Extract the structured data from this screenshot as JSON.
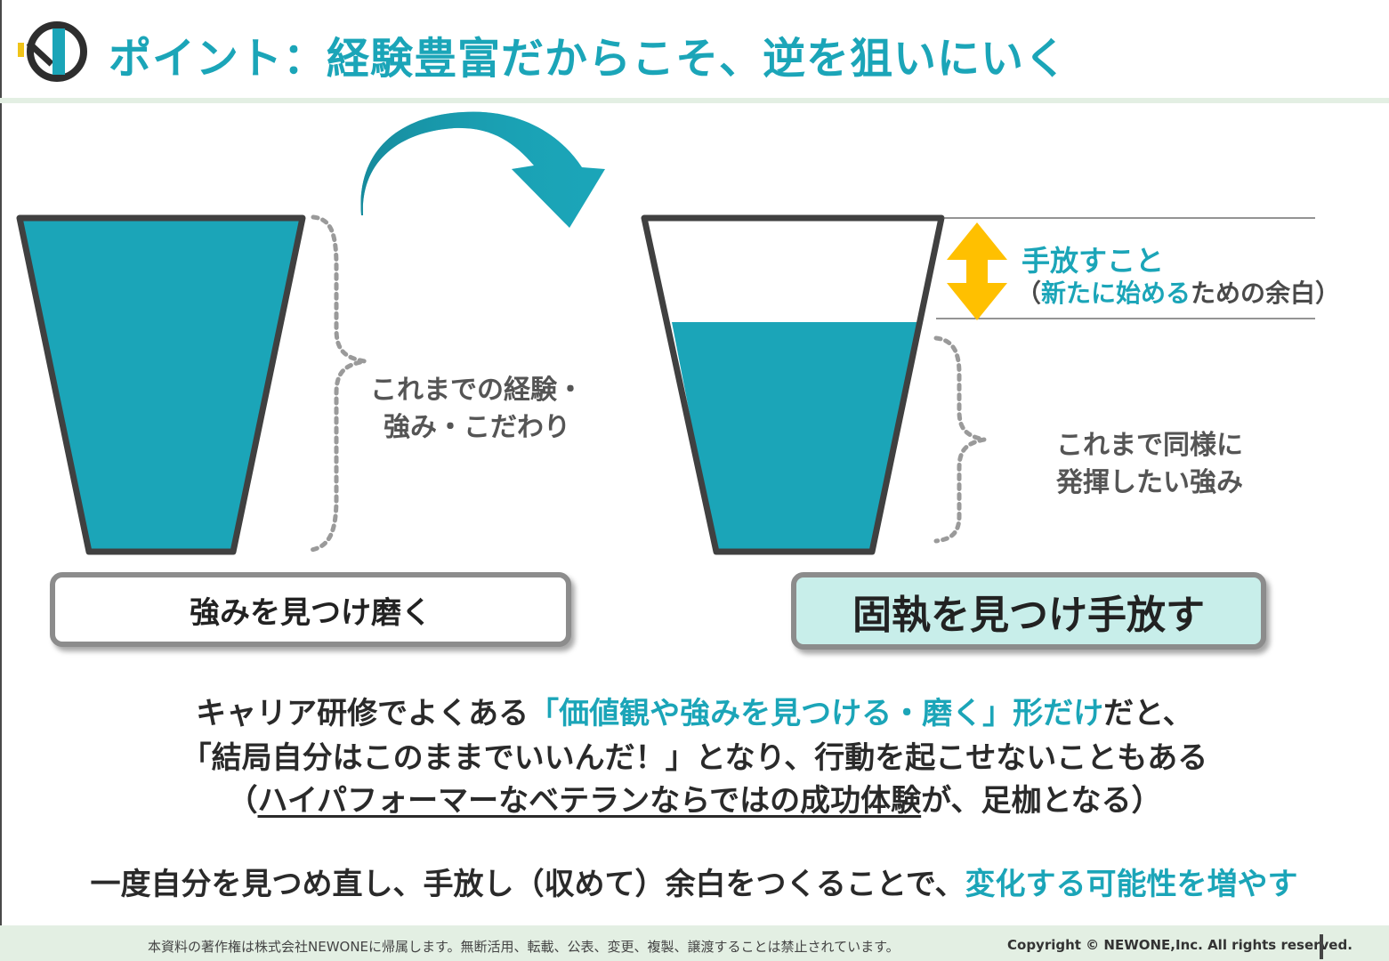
{
  "header": {
    "title": "ポイント：経験豊富だからこそ、逆を狙いにいく"
  },
  "left": {
    "bracket_label": [
      "これまでの経験・",
      "強み・こだわり"
    ],
    "box_label": "強みを見つけ磨く"
  },
  "right": {
    "release_title": "手放すこと",
    "release_sub_open": "（",
    "release_sub_teal": "新たに始める",
    "release_sub_rest": "ための余白）",
    "bracket_label": [
      "これまで同様に",
      "発揮したい強み"
    ],
    "box_label": "固執を見つけ手放す"
  },
  "body": {
    "line1_a": "キャリア研修でよくある",
    "line1_b": "「価値観や強みを見つける・磨く」形だけ",
    "line1_c": "だと、",
    "line2": "「結局自分はこのままでいいんだ！」となり、行動を起こせないこともある",
    "line3_open": "（",
    "line3_ul": "ハイパフォーマーなベテランならではの成功体験",
    "line3_rest": "が、足枷となる）",
    "line4_a": "一度自分を見つめ直し、手放し（収めて）余白をつくることで、",
    "line4_b": "変化する可能性を増やす"
  },
  "footer": {
    "note": "本資料の著作権は株式会社NEWONEに帰属します。無断活用、転載、公表、変更、複製、譲渡することは禁止されています。",
    "copyright": "Copyright © NEWONE,Inc.  All rights reserved."
  },
  "colors": {
    "teal": "#1ba5b8",
    "arrow_yellow": "#ffc000",
    "cup_border": "#404040",
    "bracket_gray": "#9a9a9a",
    "box_right_fill": "#c8eeea"
  }
}
